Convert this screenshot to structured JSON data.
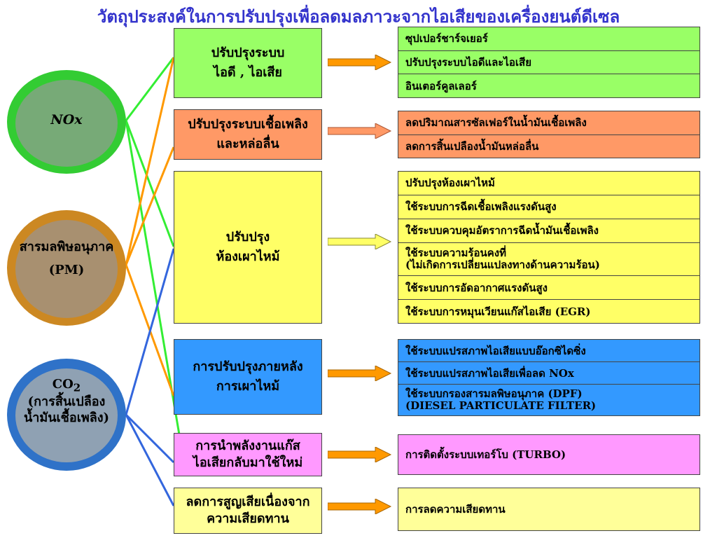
{
  "title": "วัตถุประสงค์ในการปรับปรุงเพื่อลดมลภาวะจากไอเสียของเครื่องยนต์ดีเซล",
  "pollutants": {
    "nox": {
      "label": "NOx"
    },
    "pm": {
      "line1": "สารมลพิษอนุภาค",
      "line2": "(PM)"
    },
    "co2": {
      "line1": "CO",
      "sub": "2",
      "line2": "(การสิ้นเปลือง",
      "line3": "น้ำมันเชื้อเพลิง)"
    }
  },
  "categories": [
    {
      "line1": "ปรับปรุงระบบ",
      "line2": "ไอดี , ไอเสีย"
    },
    {
      "line1": "ปรับปรุงระบบเชื้อเพลิง",
      "line2": "และหล่อลื่น"
    },
    {
      "line1": "ปรับปรุง",
      "line2": "ห้องเผาไหม้"
    },
    {
      "line1": "การปรับปรุงภายหลัง",
      "line2": "การเผาไหม้"
    },
    {
      "line1": "การนำพลังงานแก๊ส",
      "line2": "ไอเสียกลับมาใช้ใหม่"
    },
    {
      "line1": "ลดการสูญเสียเนื่องจาก",
      "line2": "ความเสียดทาน"
    }
  ],
  "measures": {
    "intake_exhaust": [
      "ซุปเปอร์ชาร์จเยอร์",
      "ปรับปรุงระบบไอดีและไอเสีย",
      "อินเตอร์คูลเลอร์"
    ],
    "fuel_lube": [
      "ลดปริมาณสารซัลเฟอร์ในน้ำมันเชื้อเพลิง",
      "ลดการสิ้นเปลืองน้ำมันหล่อลื่น"
    ],
    "combustion": {
      "r1": "ปรับปรุงห้องเผาไหม้",
      "r2": "ใช้ระบบการฉีดเชื้อเพลิงแรงดันสูง",
      "r3": "ใช้ระบบควบคุมอัตราการฉีดน้ำมันเชื้อเพลิง",
      "r4a": "ใช้ระบบความร้อนคงที่",
      "r4b": "(ไม่เกิดการเปลี่ยนแปลงทางด้านความร้อน)",
      "r5": "ใช้ระบบการอัดอากาศแรงดันสูง",
      "r6": "ใช้ระบบการหมุนเวียนแก๊สไอเสีย (EGR)"
    },
    "after_treatment": {
      "r1": "ใช้ระบบแปรสภาพไอเสียแบบอ๊อกซิไดซิ่ง",
      "r2": "ใช้ระบบแปรสภาพไอเสียเพื่อลด NOx",
      "r3a": "ใช้ระบบกรองสารมลพิษอนุภาค (DPF)",
      "r3b": "(DIESEL PARTICULATE FILTER)"
    },
    "recovery": "การติดตั้งระบบเทอร์โบ  (TURBO)",
    "friction": "การลดความเสียดทาน"
  },
  "colors": {
    "title": "#3333cc",
    "green": "#99ff66",
    "salmon": "#ff9966",
    "yellow": "#ffff66",
    "blue": "#3399ff",
    "magenta": "#ff99ff",
    "pale_yellow": "#ffff99",
    "arrow_orange": "#ff9900",
    "line_green": "#33ee33",
    "line_orange": "#ff9900",
    "line_blue": "#3366dd"
  }
}
